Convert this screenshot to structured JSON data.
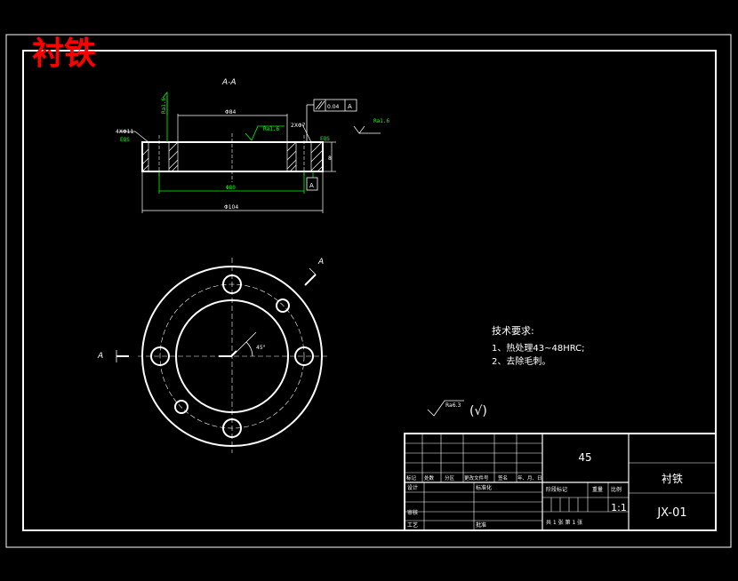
{
  "title_overlay": "衬铁",
  "colors": {
    "background": "#000000",
    "lines": "#ffffff",
    "dimensions": "#00ff00",
    "accent": "#ff0000"
  },
  "section_view": {
    "label": "A-A",
    "dim_inner": "Φ84",
    "dim_bore": "Φ80",
    "dim_outer": "Φ104",
    "holes_callout": "4XΦ11",
    "holes_depth": "EQS",
    "counterbore_callout": "2XΦ7",
    "counterbore_depth": "EQS",
    "thickness": "8",
    "parallel_tol": "0.04",
    "datum": "A",
    "rough_1": "Ra1.6",
    "rough_2": "Ra1.6",
    "rough_3": "Ra1.6"
  },
  "plan_view": {
    "section_mark_left": "A",
    "section_mark_right": "A",
    "angle": "45°"
  },
  "tech_req": {
    "heading": "技术要求:",
    "items": [
      "1、热处理43~48HRC;",
      "2、去除毛刺。"
    ]
  },
  "surface_general": {
    "value": "Ra6.3",
    "suffix": "(√)"
  },
  "title_block": {
    "material": "45",
    "part_name": "衬铁",
    "drawing_no": "JX-01",
    "scale": "1:1",
    "sheet_text": "共 1 张   第 1 张",
    "headers": [
      "标记",
      "处数",
      "分区",
      "更改文件号",
      "签名",
      "年、月、日"
    ],
    "design": "设计",
    "standardize": "标准化",
    "stage_mark": "阶段标记",
    "weight": "重量",
    "scale_label": "比例",
    "review": "审核",
    "process": "工艺",
    "approve": "批准"
  }
}
